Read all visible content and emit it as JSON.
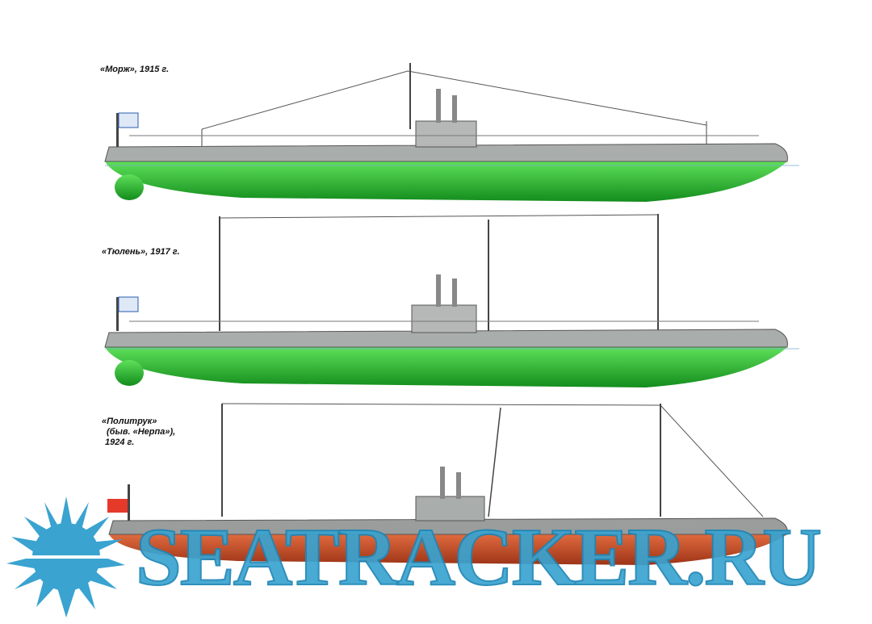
{
  "subs": [
    {
      "name": "«Морж», 1915 г.",
      "hull_color": "#2fb52f"
    },
    {
      "name": "«Тюлень», 1917 г.",
      "hull_color": "#2fb52f"
    },
    {
      "name_line1": "«Политрук»",
      "name_line2": "(быв. «Нерпа»),",
      "name_line3": "1924 г.",
      "hull_color": "#c8502a"
    }
  ],
  "watermark": {
    "text": "SEATRACKER.RU",
    "color": "#3aa3d0"
  }
}
